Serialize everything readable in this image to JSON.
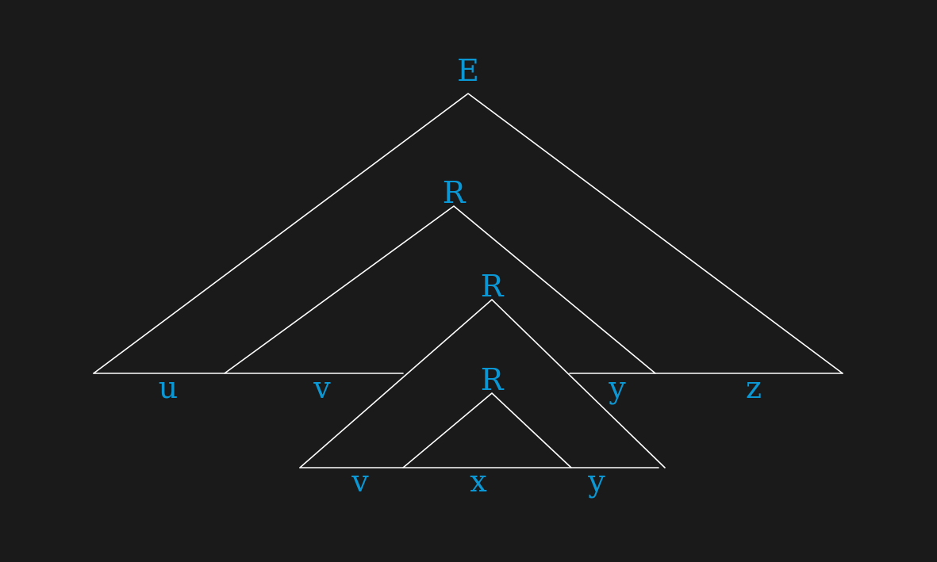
{
  "colors": {
    "background": "#1a1a1a",
    "line": "#ffffff",
    "label": "#0b97d4"
  },
  "nodes": {
    "root": "E",
    "r1": "R",
    "r2": "R",
    "r3": "R"
  },
  "top_row": [
    "u",
    "v",
    "y",
    "z"
  ],
  "bottom_row": [
    "v",
    "x",
    "y"
  ]
}
